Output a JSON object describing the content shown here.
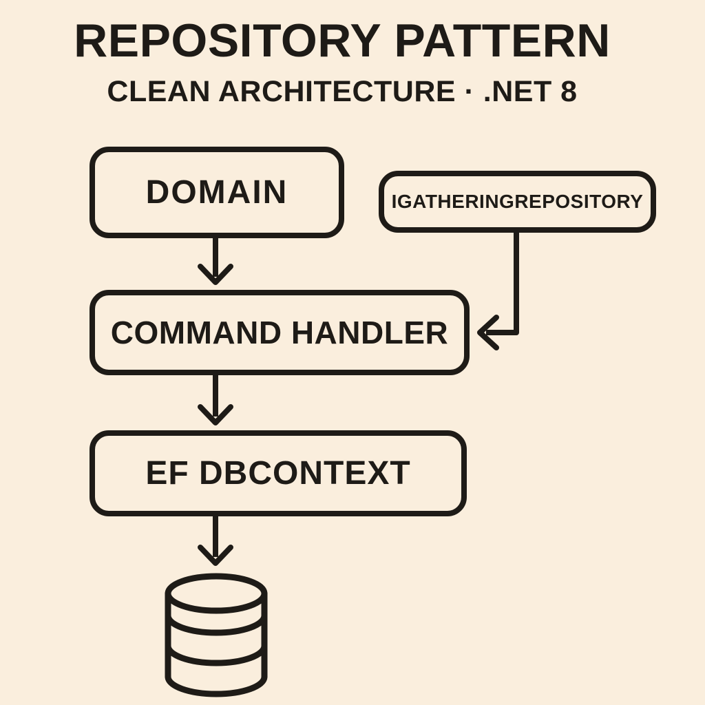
{
  "page": {
    "background_color": "#faeedd",
    "ink_color": "#1e1b17"
  },
  "header": {
    "title": "REPOSITORY PATTERN",
    "subtitle": "CLEAN ARCHITECTURE · .NET 8"
  },
  "diagram": {
    "nodes": [
      {
        "id": "domain",
        "label": "DOMAIN"
      },
      {
        "id": "igathering-repository",
        "label": "IGATHERINGREPOSITORY"
      },
      {
        "id": "command-handler",
        "label": "COMMAND HANDLER"
      },
      {
        "id": "ef-dbcontext",
        "label": "EF DBCONTEXT"
      },
      {
        "id": "database",
        "icon": "database-cylinder-icon"
      }
    ],
    "edges": [
      {
        "from": "domain",
        "to": "command-handler",
        "style": "straight-arrow-down"
      },
      {
        "from": "igathering-repository",
        "to": "command-handler",
        "style": "elbow-arrow-left"
      },
      {
        "from": "command-handler",
        "to": "ef-dbcontext",
        "style": "straight-arrow-down"
      },
      {
        "from": "ef-dbcontext",
        "to": "database",
        "style": "straight-arrow-down"
      }
    ]
  }
}
